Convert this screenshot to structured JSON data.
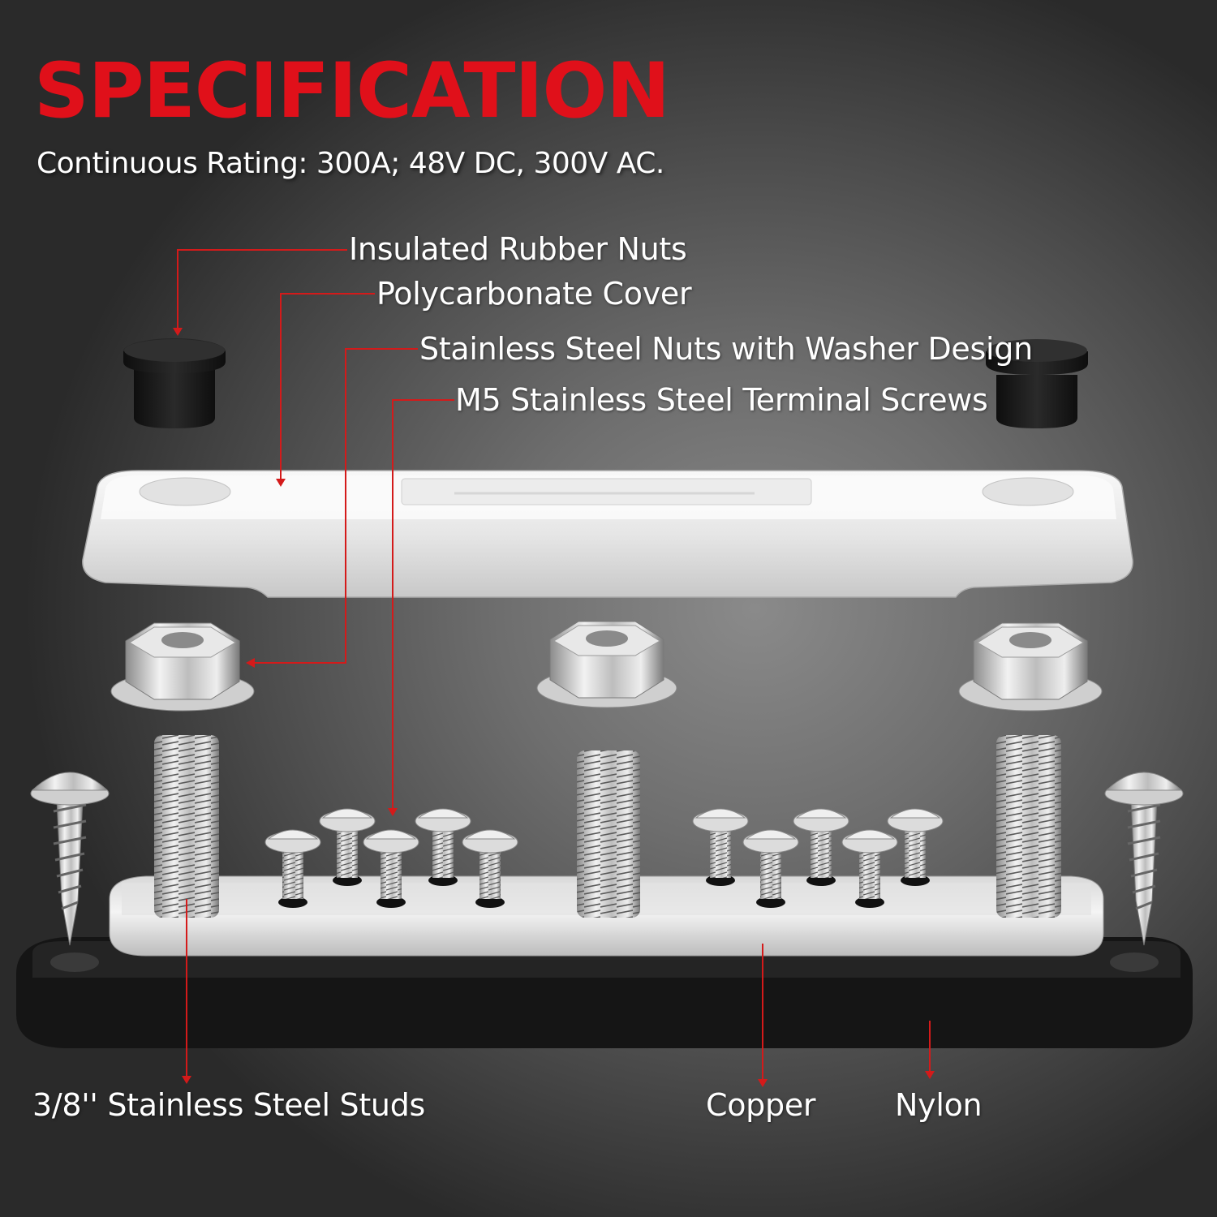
{
  "header": {
    "title": "SPECIFICATION",
    "subtitle": "Continuous Rating: 300A; 48V DC, 300V AC."
  },
  "callouts": {
    "rubber_nuts": "Insulated Rubber Nuts",
    "cover": "Polycarbonate Cover",
    "steel_nuts": "Stainless Steel Nuts with Washer Design",
    "terminal_screws": "M5 Stainless Steel Terminal Screws",
    "studs": "3/8'' Stainless Steel Studs",
    "copper": "Copper",
    "nylon": "Nylon"
  },
  "colors": {
    "title": "#e0101a",
    "leader_line": "#d41a1a",
    "text": "#ffffff",
    "rubber": "#1c1c1c",
    "nylon_base": "#151515"
  }
}
